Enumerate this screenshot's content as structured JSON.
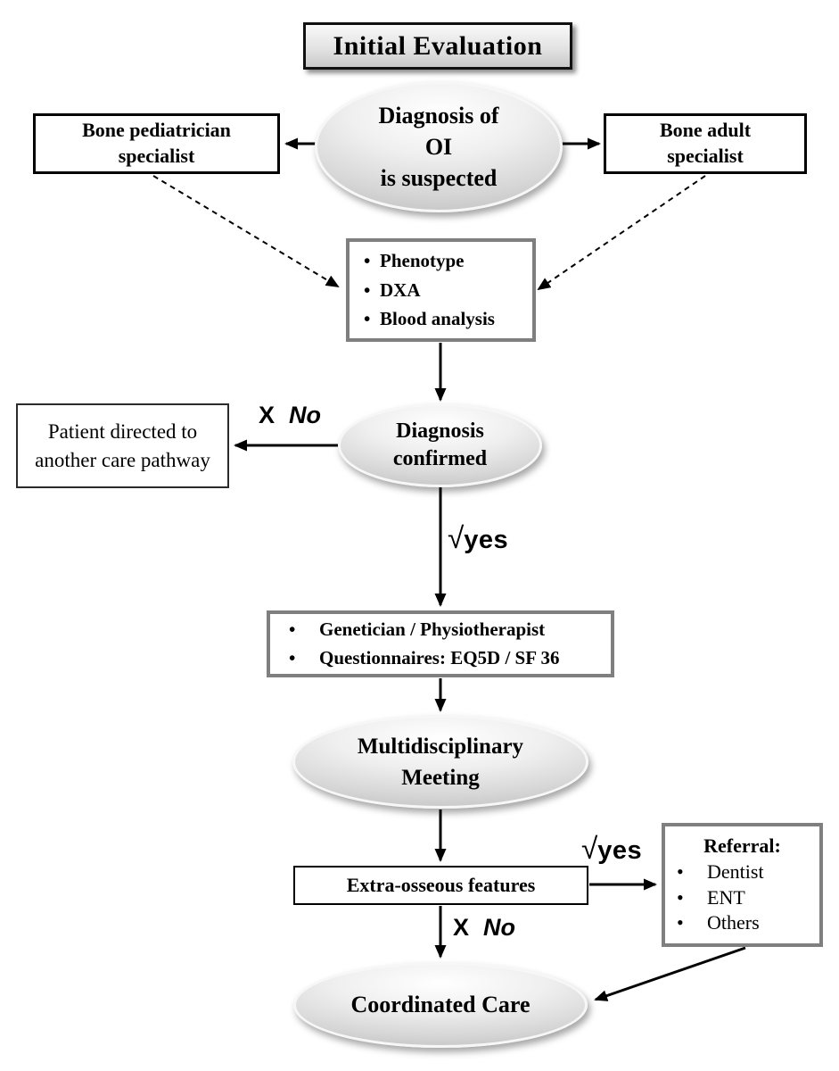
{
  "title": "Initial Evaluation",
  "glyphs": {
    "bullet": "•",
    "cross": "X",
    "check": "√"
  },
  "decisions": {
    "no": "No",
    "yes": "yes"
  },
  "nodes": {
    "suspected": {
      "lines": [
        "Diagnosis of",
        "OI",
        "is suspected"
      ]
    },
    "pediatrician": {
      "lines": [
        "Bone pediatrician",
        "specialist"
      ]
    },
    "adult": {
      "lines": [
        "Bone adult",
        "specialist"
      ]
    },
    "workup": {
      "items": [
        "Phenotype",
        "DXA",
        "Blood analysis"
      ]
    },
    "confirmed": {
      "lines": [
        "Diagnosis",
        "confirmed"
      ]
    },
    "pathway": {
      "lines": [
        "Patient directed to",
        "another care pathway"
      ]
    },
    "team": {
      "items": [
        "Genetician / Physiotherapist",
        "Questionnaires: EQ5D / SF 36"
      ]
    },
    "meeting": {
      "lines": [
        "Multidisciplinary",
        "Meeting"
      ]
    },
    "extra_osseous": {
      "label": "Extra-osseous features"
    },
    "referral": {
      "header": "Referral:",
      "items": [
        "Dentist",
        "ENT",
        "Others"
      ]
    },
    "coordinated": {
      "label": "Coordinated Care"
    }
  },
  "colors": {
    "ink": "#000000",
    "grey_border": "#7f7f7f",
    "node_fill": "#d6d6d6",
    "background": "#ffffff"
  }
}
